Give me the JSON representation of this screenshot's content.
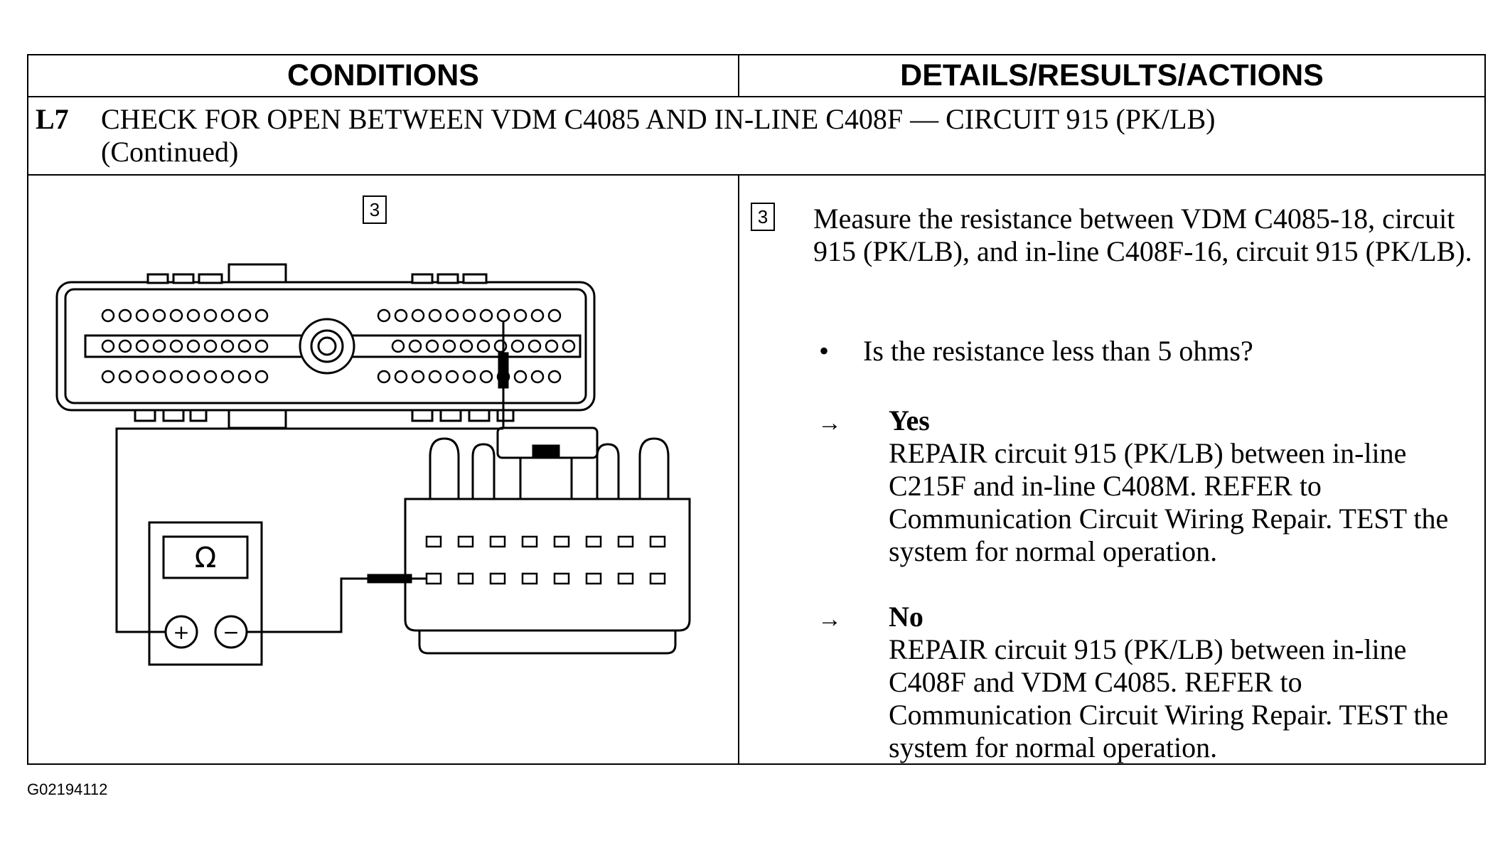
{
  "header": {
    "conditions": "CONDITIONS",
    "details": "DETAILS/RESULTS/ACTIONS"
  },
  "step": {
    "id": "L7",
    "title": "CHECK FOR OPEN BETWEEN VDM C4085 AND IN-LINE C408F — CIRCUIT 915 (PK/LB)",
    "continued": "(Continued)"
  },
  "diagram": {
    "step_box": "3",
    "meter_symbol": "Ω",
    "plus": "+",
    "minus": "−"
  },
  "details": {
    "step_box": "3",
    "measure": "Measure the resistance between VDM C4085-18, circuit 915 (PK/LB), and in-line C408F-16, circuit 915 (PK/LB).",
    "bullet": "•",
    "question": "Is the resistance less than 5 ohms?",
    "arrow": "→",
    "yes_label": "Yes",
    "yes_text": "REPAIR circuit 915 (PK/LB) between in-line C215F and in-line C408M. REFER to Communication Circuit Wiring Repair. TEST the system for normal operation.",
    "no_label": "No",
    "no_text": "REPAIR circuit 915 (PK/LB) between in-line C408F and VDM C4085. REFER to Communication Circuit Wiring Repair. TEST the system for normal operation."
  },
  "figure_id": "G02194112"
}
